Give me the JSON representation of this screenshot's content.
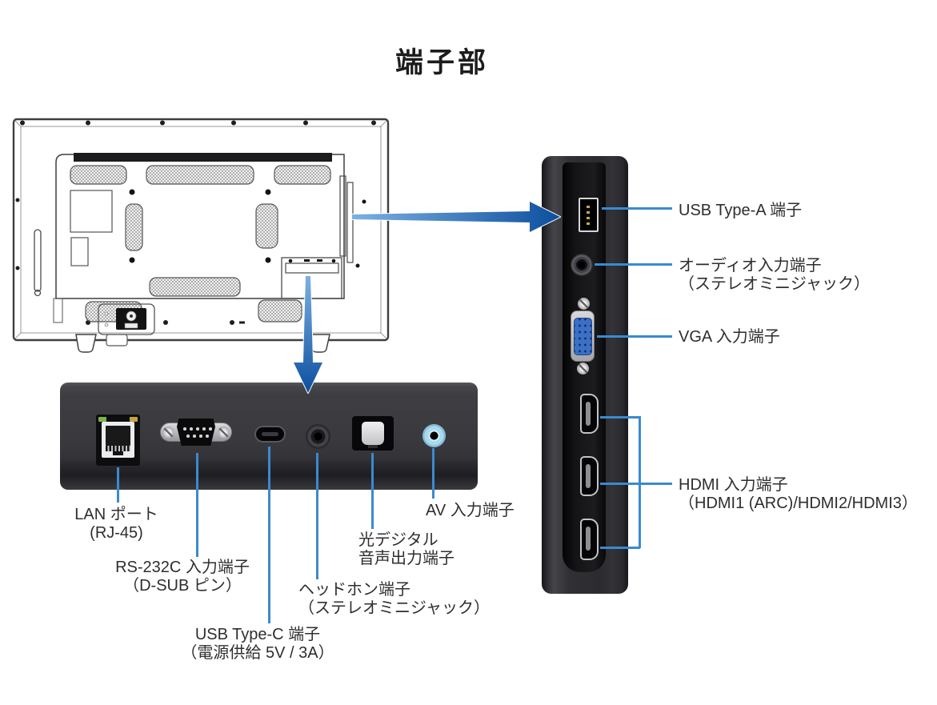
{
  "title": "端子部",
  "colors": {
    "leader_line": "#3b8ad0",
    "arrow_start": "#7cb1e2",
    "arrow_end": "#0d4f9e",
    "vga_blue": "#3a70c6",
    "av_ring": "#a9d9ef",
    "led_green": "#7ab648",
    "led_amber": "#c8a43c"
  },
  "side_panel": {
    "usb_a_label": "USB Type-A 端子",
    "audio_label_line1": "オーディオ入力端子",
    "audio_label_line2": "（ステレオミニジャック）",
    "vga_label": "VGA 入力端子",
    "hdmi_label_line1": "HDMI 入力端子",
    "hdmi_label_line2": "（HDMI1 (ARC)/HDMI2/HDMI3）"
  },
  "bottom_panel": {
    "lan_label_line1": "LAN ポート",
    "lan_label_line2": "(RJ-45)",
    "rs232c_label_line1": "RS-232C 入力端子",
    "rs232c_label_line2": "（D-SUB ピン）",
    "usb_c_label_line1": "USB Type-C 端子",
    "usb_c_label_line2": "（電源供給  5V / 3A）",
    "headphone_label_line1": "ヘッドホン端子",
    "headphone_label_line2": "（ステレオミニジャック）",
    "optical_label_line1": "光デジタル",
    "optical_label_line2": "音声出力端子",
    "av_label": "AV 入力端子"
  }
}
